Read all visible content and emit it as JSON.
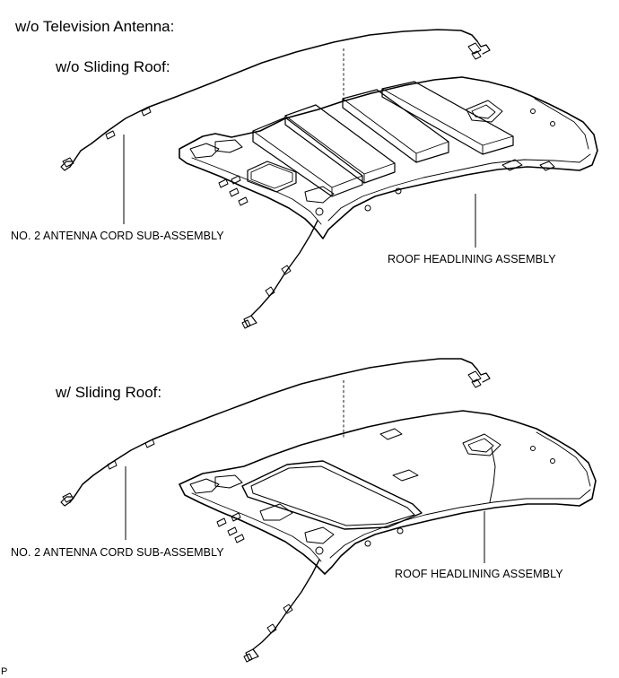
{
  "headings": {
    "without_tv_antenna": "w/o Television Antenna:",
    "without_sliding_roof": "w/o Sliding Roof:",
    "with_sliding_roof": "w/ Sliding Roof:"
  },
  "top_view": {
    "antenna_cord_label": "NO. 2 ANTENNA CORD SUB-ASSEMBLY",
    "headlining_label": "ROOF HEADLINING ASSEMBLY"
  },
  "bottom_view": {
    "antenna_cord_label": "NO. 2 ANTENNA CORD SUB-ASSEMBLY",
    "headlining_label": "ROOF HEADLINING ASSEMBLY"
  },
  "figure_code": "P"
}
